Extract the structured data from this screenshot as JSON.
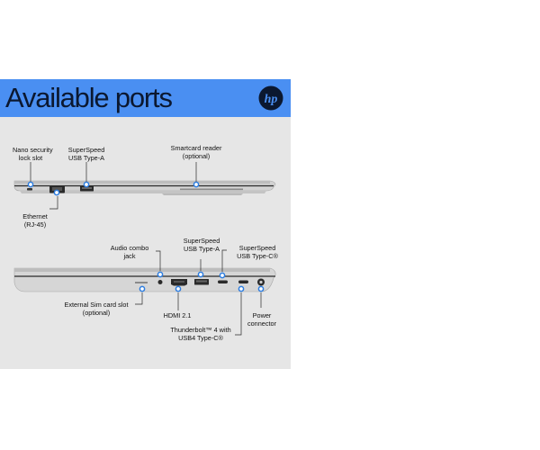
{
  "header": {
    "title": "Available ports",
    "brand": "hp"
  },
  "colors": {
    "banner": "#4a8ff2",
    "panel": "#e6e6e6",
    "marker": "#2d7de0",
    "title_text": "#0b1830"
  },
  "top_view": {
    "labels": {
      "nano_lock": [
        "Nano security",
        "lock slot"
      ],
      "usb_a": [
        "SuperSpeed",
        "USB Type-A"
      ],
      "smartcard": [
        "Smartcard reader",
        "(optional)"
      ],
      "ethernet": [
        "Ethernet",
        "(RJ-45)"
      ]
    }
  },
  "bottom_view": {
    "labels": {
      "audio": [
        "Audio combo",
        "jack"
      ],
      "usb_a": [
        "SuperSpeed",
        "USB Type-A"
      ],
      "usb_c": [
        "SuperSpeed",
        "USB Type-C®"
      ],
      "sim": [
        "External Sim card slot",
        "(optional)"
      ],
      "hdmi": [
        "HDMI 2.1"
      ],
      "thunderbolt": [
        "Thunderbolt™ 4 with",
        "USB4 Type-C®"
      ],
      "power": [
        "Power",
        "connector"
      ]
    }
  }
}
